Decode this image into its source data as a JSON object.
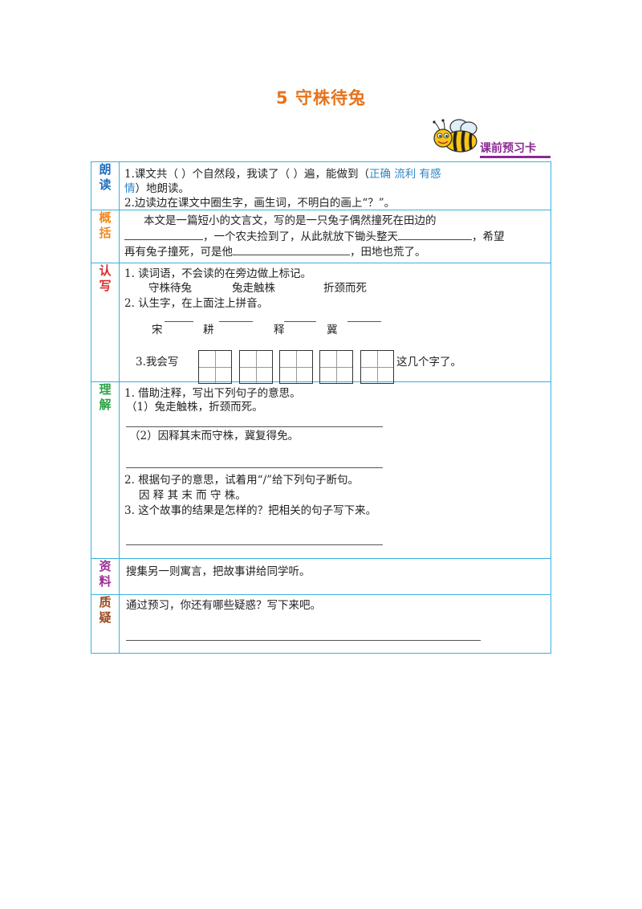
{
  "title": "5  守株待兔",
  "card_label": "课前预习卡",
  "sections": {
    "read": {
      "label": "朗读",
      "line1_a": "1.课文共（    ）个自然段，我读了（    ）遍，能做到（",
      "line1_opts": "正确 流利 有感",
      "line2_opts": "情",
      "line2_b": "）地朗读。",
      "line3": "2.边读边在课文中圈生字，画生词，不明白的画上“？”。"
    },
    "summary": {
      "label": "概括",
      "line1": "本文是一篇短小的文言文，写的是一只兔子偶然撞死在田边的",
      "line2": "，一个农夫捡到了，从此就放下锄头整天",
      "line2_end": "，希望",
      "line3_a": "再有兔子撞死，可是他",
      "line3_b": "，田地也荒了。"
    },
    "recognize": {
      "label": "认写",
      "q1": "1. 读词语，不会读的在旁边做上标记。",
      "words": [
        "守株待兔",
        "兔走触株",
        "折颈而死"
      ],
      "q2": "2. 认生字，在上面注上拼音。",
      "chars": [
        "宋",
        "耕",
        "释",
        "冀"
      ],
      "q3_a": "3.我会写",
      "q3_b": "这几个字了。"
    },
    "understand": {
      "label": "理解",
      "q1": "1. 借助注释，写出下列句子的意思。",
      "s1": "（1）兔走触株，折颈而死。",
      "s2": "（2）因释其末而守株，冀复得免。",
      "q2": "2. 根据句子的意思，试着用“/”给下列句子断句。",
      "q2_sentence": "因 释 其 末 而 守 株。",
      "q3": "3. 这个故事的结果是怎样的？把相关的句子写下来。"
    },
    "resource": {
      "label": "资料",
      "text": "搜集另一则寓言，把故事讲给同学听。"
    },
    "question": {
      "label": "质疑",
      "text": "通过预习，你还有哪些疑惑？写下来吧。"
    }
  },
  "colors": {
    "title": "#e8731a",
    "border": "#3ab0de",
    "label_read": "#1f6fc0",
    "label_summary": "#f08a1e",
    "label_recognize": "#d62d2d",
    "label_understand": "#2aa347",
    "label_resource": "#9b2d96",
    "label_question": "#9b4a1e"
  },
  "icons": [
    "bee-icon"
  ]
}
